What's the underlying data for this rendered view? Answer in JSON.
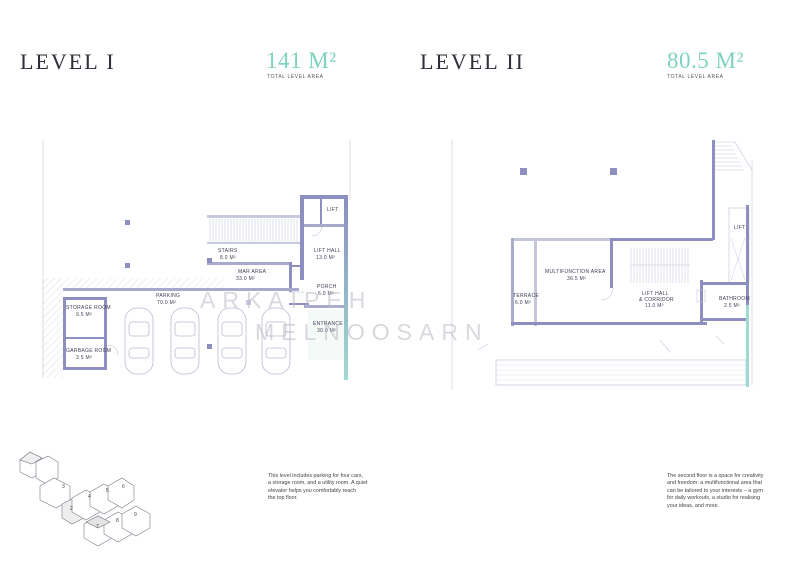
{
  "level1": {
    "title": "LEVEL I",
    "area": "141 M²",
    "area_caption": "TOTAL LEVEL AREA",
    "rooms": {
      "lift": "LIFT",
      "stairs": [
        "STAIRS",
        "8.0 M²"
      ],
      "lift_hall": [
        "LIFT HALL",
        "13.0 M²"
      ],
      "mar_area": [
        "MAR AREA",
        "33.0 M²"
      ],
      "porch": [
        "PORCH",
        "6.0 M²"
      ],
      "storage": [
        "STORAGE ROOM",
        "9.5 M²"
      ],
      "parking": [
        "PARKING",
        "70.0 M²"
      ],
      "entrance": [
        "ENTRANCE",
        "30.0 M²"
      ],
      "garbage": [
        "GARBAGE ROOM",
        "3.5 M²"
      ]
    },
    "description": [
      "This level includes parking for four cars,",
      "a storage room, and a utility room. A quiet",
      "elevator helps you comfortably reach",
      "the top floor."
    ]
  },
  "level2": {
    "title": "LEVEL II",
    "area": "80.5 M²",
    "area_caption": "TOTAL LEVEL AREA",
    "rooms": {
      "lift": "LIFT",
      "multi": [
        "MULTIFUNCTION AREA",
        "36.5 M²"
      ],
      "terrace": [
        "TERRACE",
        "6.0 M²"
      ],
      "lift_hall": [
        "LIFT HALL",
        "& CORRIDOR",
        "11.0 M²"
      ],
      "bathroom": [
        "BATHROOM",
        "2.5 M²"
      ]
    },
    "description": [
      "The second floor is a space for creativity",
      "and freedom: a multifunctional area that",
      "can be tailored to your interests – a gym",
      "for daily workouts, a studio for realising",
      "your ideas, and more."
    ]
  },
  "watermark": [
    "ARKAIPEH",
    "MELNOOSARN"
  ],
  "blocks": [
    "3",
    "4",
    "5",
    "6",
    "2",
    "7",
    "8",
    "9"
  ],
  "colors": {
    "accent_teal": "#7dd3c0",
    "wall": "#8c8fbf",
    "wall_light": "#c4c6de",
    "text": "#2f2f3a"
  }
}
